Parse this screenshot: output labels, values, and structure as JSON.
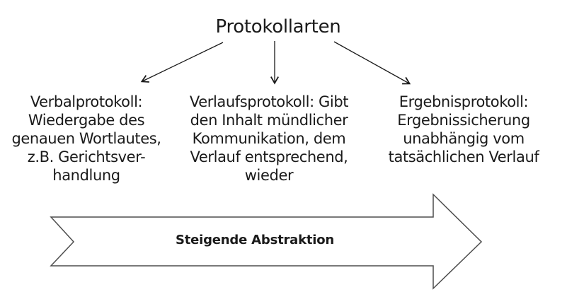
{
  "colors": {
    "background": "#ffffff",
    "text": "#1a1a1a",
    "connector_line": "#1a1a1a",
    "block_arrow_outline": "#4d4d4d",
    "block_arrow_fill": "#ffffff"
  },
  "diagram": {
    "title": "Protokollarten",
    "branches": [
      {
        "lines": [
          "Verbalprotokoll:",
          "Wiedergabe des",
          "genauen Wortlautes,",
          "z.B. Gerichtsver-",
          "handlung"
        ]
      },
      {
        "lines": [
          "Verlaufsprotokoll: Gibt",
          "den Inhalt mündlicher",
          "Kommunikation, dem",
          "Verlauf entsprechend,",
          "wieder"
        ]
      },
      {
        "lines": [
          "Ergebnisprotokoll:",
          "Ergebnissicherung",
          "unabhängig vom",
          "tatsächlichen Verlauf"
        ]
      }
    ],
    "abstraction_arrow_label": "Steigende Abstraktion"
  }
}
